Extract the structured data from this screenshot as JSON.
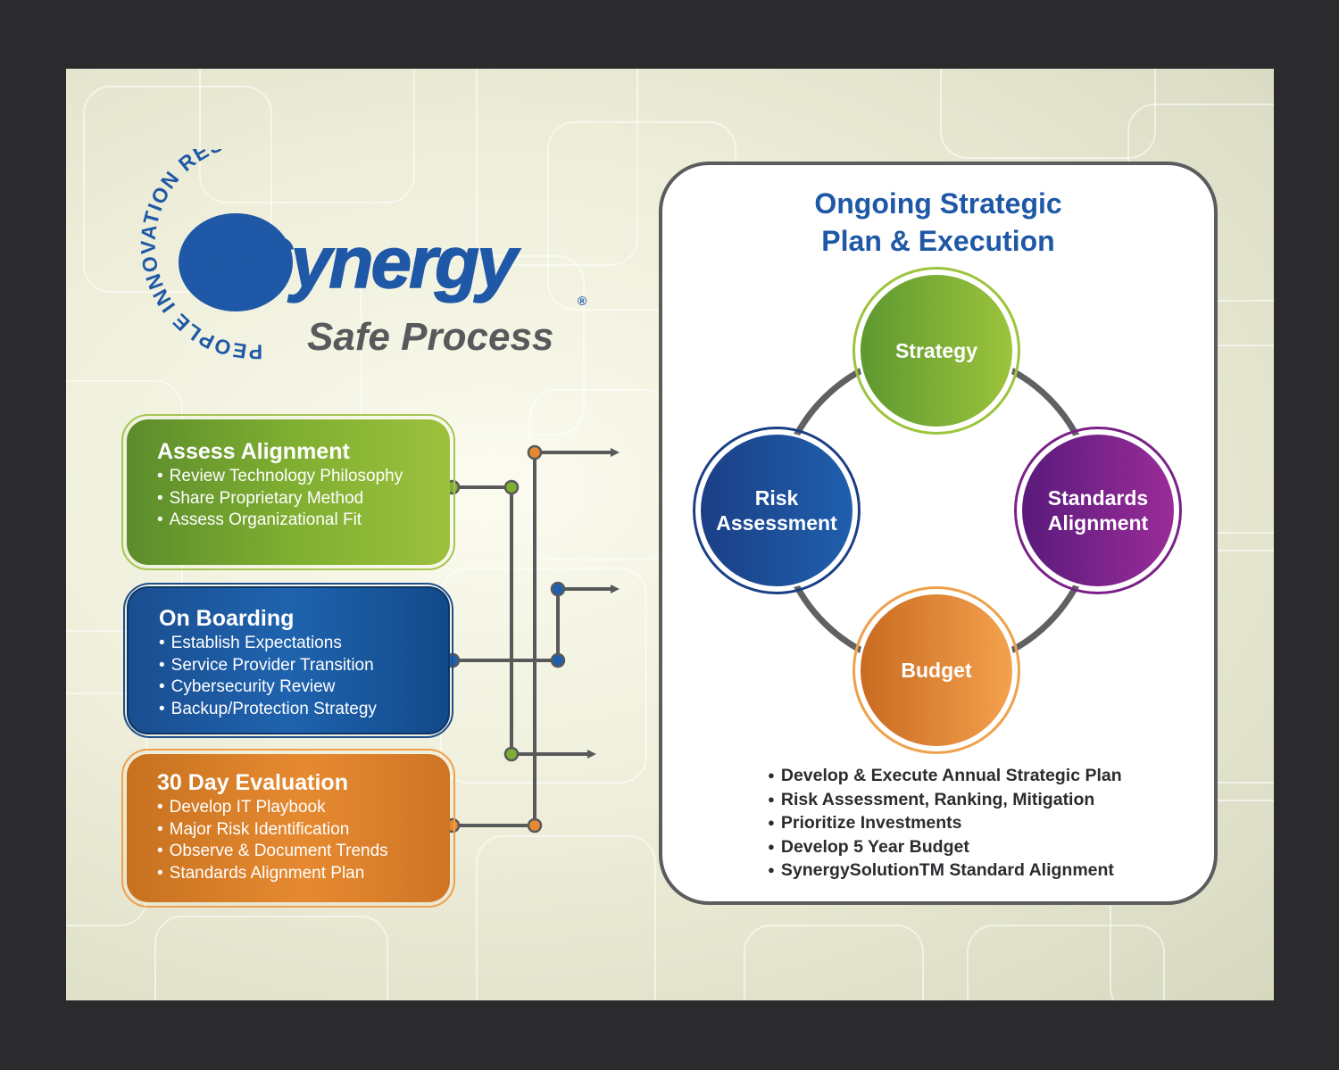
{
  "logo": {
    "arc_text": "PEOPLE INNOVATION RESULTS",
    "brand": "itSynergy",
    "registered_mark": "®",
    "subtitle": "Safe Process"
  },
  "steps": [
    {
      "title": "Assess Alignment",
      "items": [
        "Review Technology Philosophy",
        "Share Proprietary Method",
        "Assess Organizational Fit"
      ]
    },
    {
      "title": "On Boarding",
      "items": [
        "Establish Expectations",
        "Service Provider Transition",
        "Cybersecurity Review",
        "Backup/Protection Strategy"
      ]
    },
    {
      "title": "30 Day Evaluation",
      "items": [
        "Develop IT Playbook",
        "Major Risk Identification",
        "Observe & Document Trends",
        "Standards Alignment Plan"
      ]
    }
  ],
  "panel": {
    "title_line1": "Ongoing Strategic",
    "title_line2": "Plan & Execution",
    "cycle": {
      "strategy": "Strategy",
      "standards_line1": "Standards",
      "standards_line2": "Alignment",
      "budget": "Budget",
      "risk_line1": "Risk",
      "risk_line2": "Assessment"
    },
    "bullets": [
      "Develop & Execute Annual Strategic Plan",
      "Risk Assessment, Ranking, Mitigation",
      "Prioritize Investments",
      "Develop 5 Year Budget",
      "SynergySolutionTM Standard Alignment"
    ]
  },
  "colors": {
    "brand_blue": "#1e58a6",
    "green": "#7fae31",
    "blue": "#1f5fad",
    "orange": "#e68a31",
    "purple": "#7a2088",
    "connector_gray": "#58595b"
  }
}
